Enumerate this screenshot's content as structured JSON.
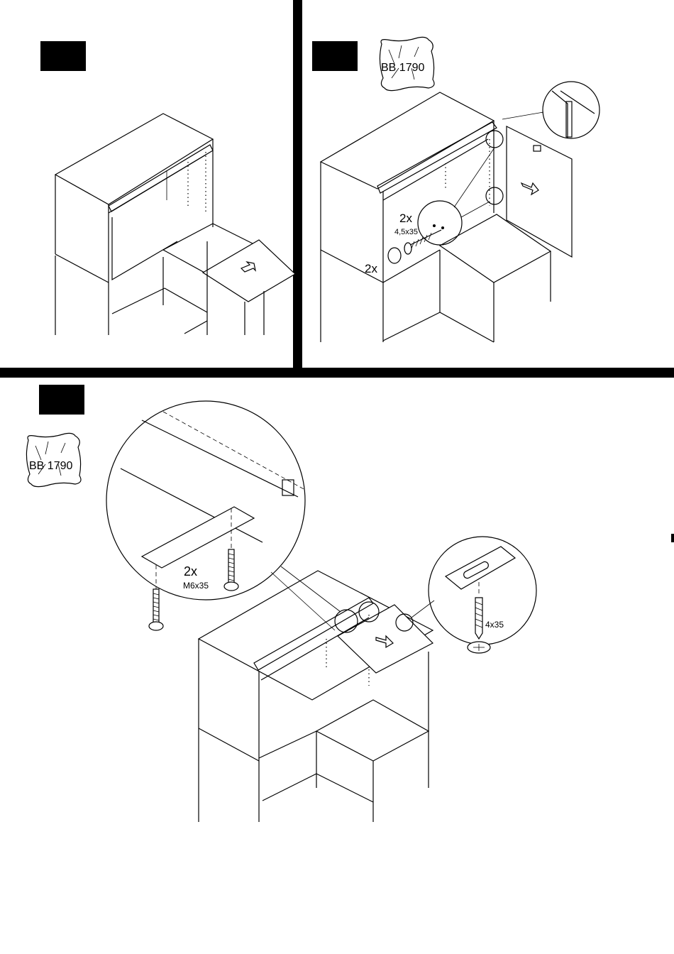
{
  "steps": [
    {
      "box_color": "#000000",
      "parts_bag": null,
      "quantities": []
    },
    {
      "box_color": "#000000",
      "parts_bag": {
        "label": "BB 1790"
      },
      "quantities": [
        {
          "count": "2x",
          "spec": "4,5x35"
        },
        {
          "count": "2x",
          "spec": ""
        }
      ]
    },
    {
      "box_color": "#000000",
      "parts_bag": {
        "label": "BB 1790"
      },
      "quantities": [
        {
          "count": "2x",
          "spec": "M6x35"
        },
        {
          "count": "",
          "spec": "4x35"
        }
      ]
    }
  ],
  "icons": [
    "parts-bag-icon",
    "push-arrow-icon",
    "screw-icon",
    "bolt-icon",
    "cam-dowel-icon"
  ],
  "colors": {
    "ink": "#000000",
    "paper": "#ffffff"
  }
}
